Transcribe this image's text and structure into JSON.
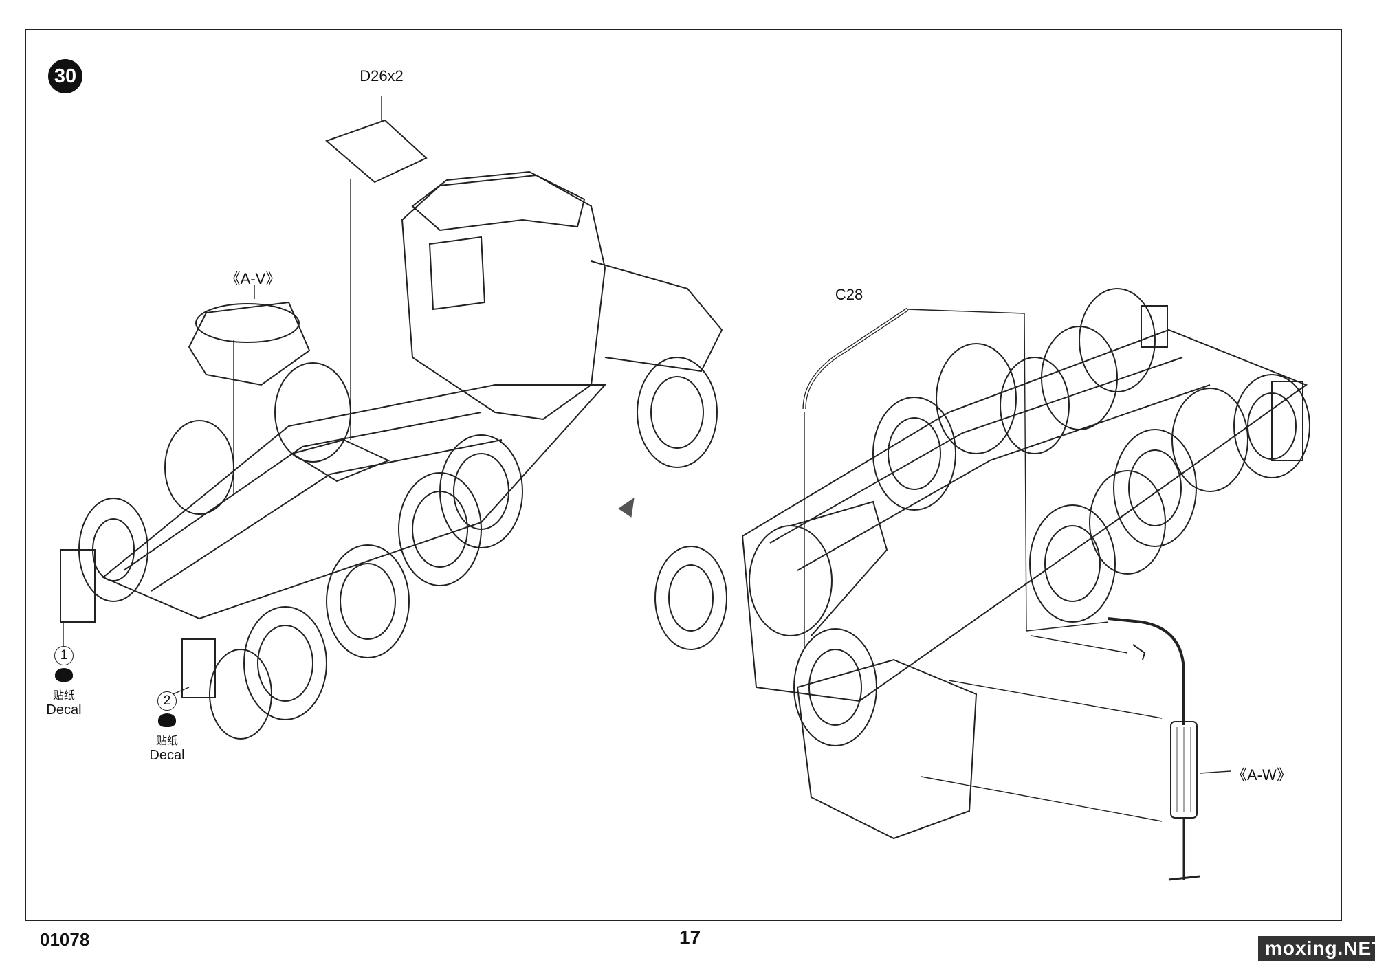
{
  "step": "30",
  "parts": {
    "d26": "D26x2",
    "av": "《A-V》",
    "c28": "C28",
    "aw": "《A-W》"
  },
  "decals": [
    {
      "num": "1",
      "cn": "贴纸",
      "en": "Decal"
    },
    {
      "num": "2",
      "cn": "贴纸",
      "en": "Decal"
    }
  ],
  "footer": {
    "code": "01078",
    "page": "17"
  },
  "watermark": "moxing.NET"
}
